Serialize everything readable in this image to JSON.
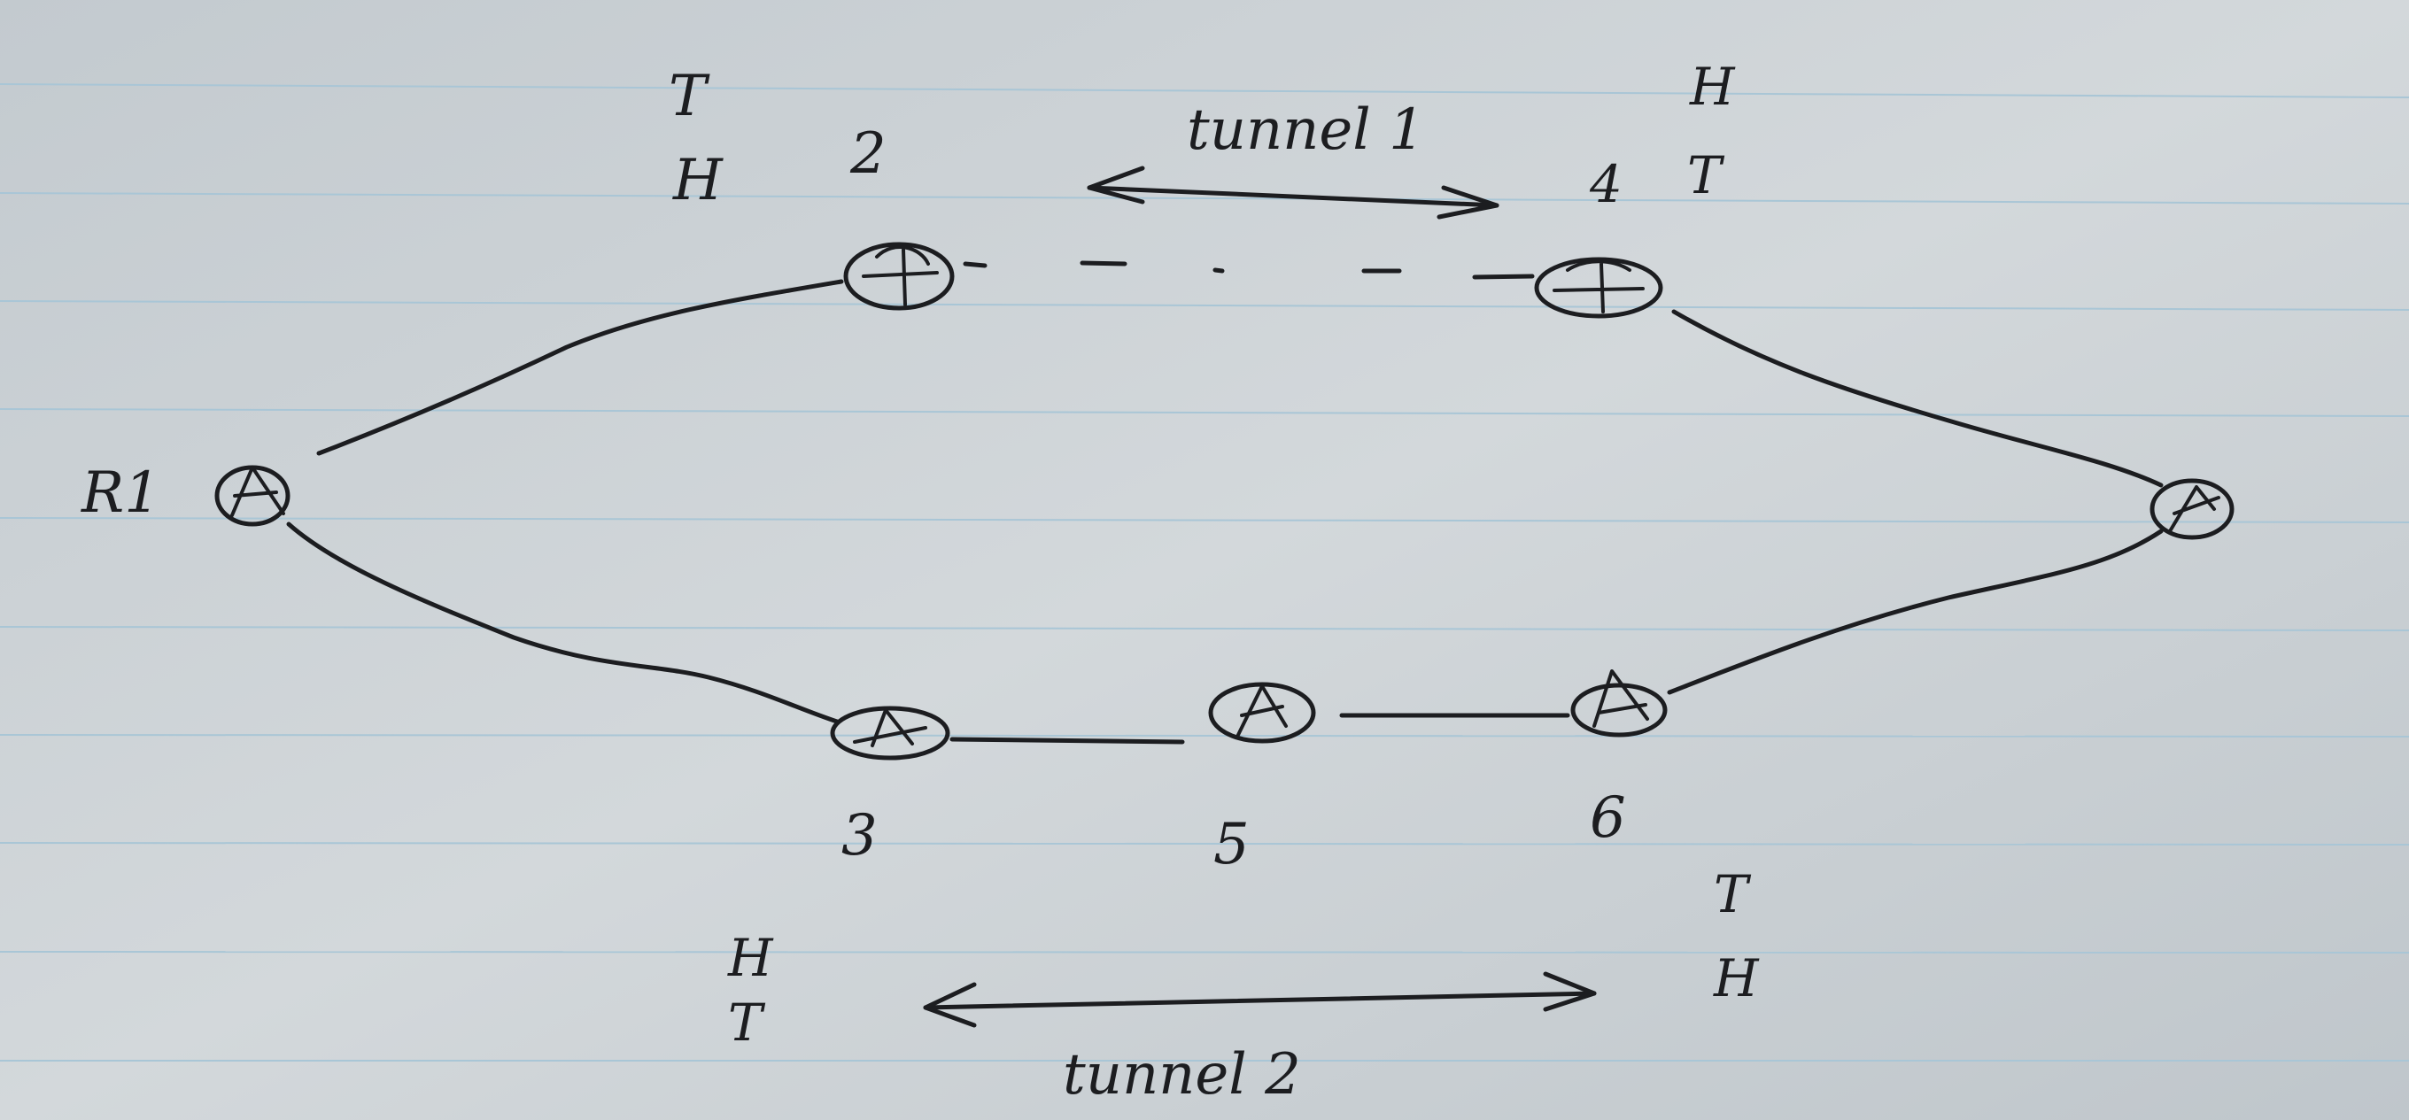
{
  "diagram": {
    "nodes": [
      {
        "id": "n1",
        "label": "R1"
      },
      {
        "id": "n2",
        "label": "2"
      },
      {
        "id": "n4",
        "label": "4"
      },
      {
        "id": "nright",
        "label": ""
      },
      {
        "id": "n3",
        "label": "3"
      },
      {
        "id": "n5",
        "label": "5"
      },
      {
        "id": "n6",
        "label": "6"
      }
    ],
    "edges": [
      {
        "from": "n1",
        "to": "n2",
        "style": "solid"
      },
      {
        "from": "n2",
        "to": "n4",
        "style": "dashed"
      },
      {
        "from": "n4",
        "to": "nright",
        "style": "solid"
      },
      {
        "from": "n1",
        "to": "n3",
        "style": "solid"
      },
      {
        "from": "n3",
        "to": "n5",
        "style": "solid"
      },
      {
        "from": "n5",
        "to": "n6",
        "style": "solid"
      },
      {
        "from": "n6",
        "to": "nright",
        "style": "solid"
      }
    ],
    "tunnels": [
      {
        "label": "tunnel 1",
        "endpoints": [
          "2",
          "4"
        ]
      },
      {
        "label": "tunnel 2",
        "endpoints": [
          "3",
          "6"
        ]
      }
    ],
    "annotations": {
      "node2_top": "T",
      "node2_bottom": "H",
      "node4_top": "H",
      "node4_bottom": "T",
      "tunnel2_left_top": "H",
      "tunnel2_left_bottom": "T",
      "tunnel2_right_top": "T",
      "tunnel2_right_bottom": "H"
    }
  }
}
